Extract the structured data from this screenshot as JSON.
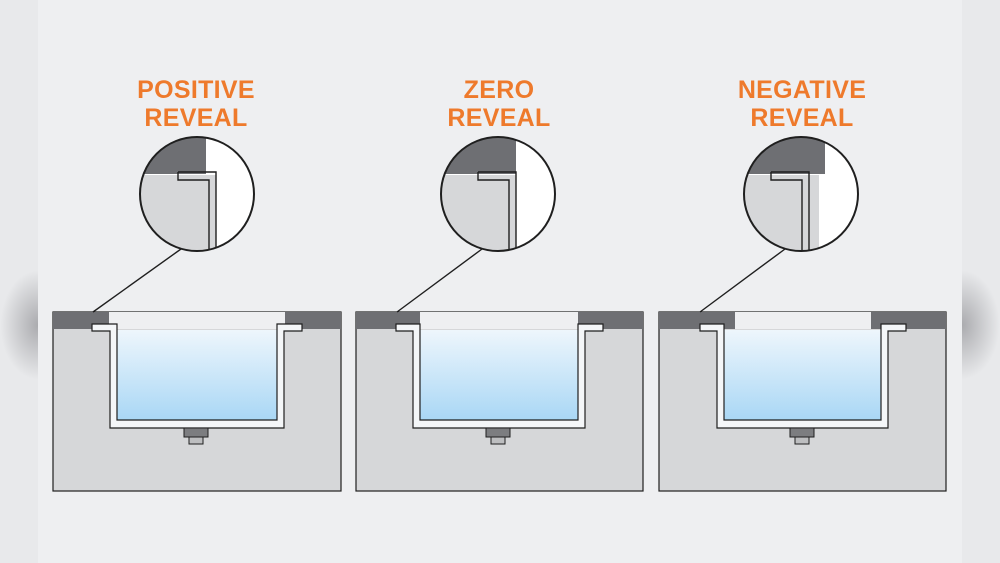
{
  "diagrams": [
    {
      "id": "positive",
      "title_line1": "POSITIVE",
      "title_line2": "REVEAL"
    },
    {
      "id": "zero",
      "title_line1": "ZERO",
      "title_line2": "REVEAL"
    },
    {
      "id": "negative",
      "title_line1": "NEGATIVE",
      "title_line2": "REVEAL"
    }
  ],
  "colors": {
    "title": "#ee7a2c",
    "countertop": "#6e6f73",
    "cabinet": "#d6d7d9",
    "water_top": "#eef6fc",
    "water_bottom": "#a9d7f5",
    "outline": "#1f1f1f"
  }
}
